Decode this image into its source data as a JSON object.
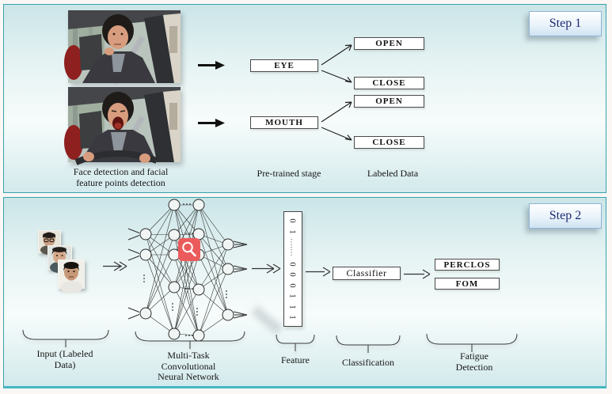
{
  "colors": {
    "panel_border": "#35a3ad",
    "badge_border": "#90b4d6",
    "badge_text": "#1b2a70",
    "box_border": "#4a4a4a",
    "magnifier_red": "#ec5b5b",
    "text": "#1a1a1a"
  },
  "step1": {
    "badge": "Step 1",
    "caption": [
      "Face detection and facial",
      "feature points detection"
    ],
    "boxes": {
      "eye": "EYE",
      "mouth": "MOUTH",
      "eye_open": "OPEN",
      "eye_close": "CLOSE",
      "mouth_open": "OPEN",
      "mouth_close": "CLOSE"
    },
    "pretrained_label": "Pre-trained stage",
    "labeled_data_label": "Labeled Data"
  },
  "step2": {
    "badge": "Step 2",
    "input_label": [
      "Input (Labeled",
      "Data)"
    ],
    "network_label": [
      "Multi-Task",
      "Convolutional",
      "Neural Network"
    ],
    "feature_label": "Feature",
    "classifier_box": "Classifier",
    "classification_label": "Classification",
    "perclos_box": "PERCLOS",
    "fom_box": "FOM",
    "fatigue_label": [
      "Fatigue",
      "Detection"
    ],
    "feature_vector": [
      "0",
      "1",
      ".......",
      "0",
      "0",
      "0",
      "1",
      "1",
      "1"
    ]
  }
}
